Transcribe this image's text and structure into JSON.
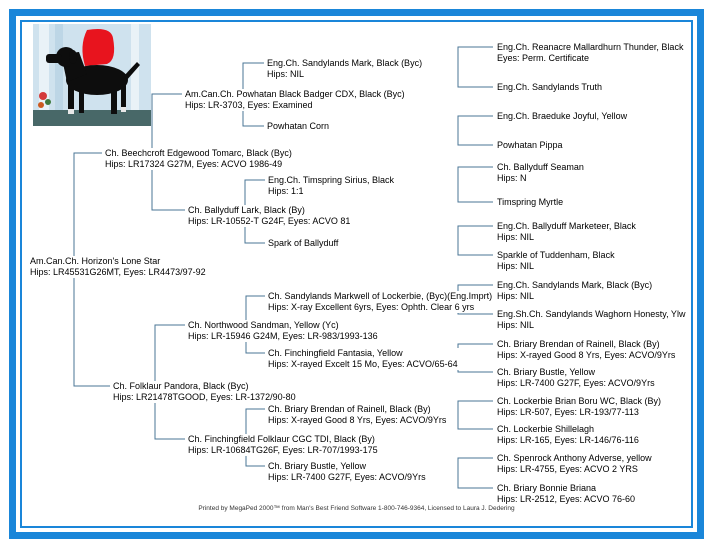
{
  "pedigree": {
    "subject": {
      "name": "Am.Can.Ch. Horizon's Lone Star",
      "info": "Hips: LR45531G26MT, Eyes: LR4473/97-92"
    },
    "gen1": [
      {
        "name": "Ch. Beechcroft Edgewood Tomarc,  Black (Byc)",
        "info": "Hips: LR17324 G27M, Eyes: ACVO 1986-49"
      },
      {
        "name": "Ch. Folklaur Pandora,  Black (Byc)",
        "info": "Hips: LR21478TGOOD, Eyes: LR-1372/90-80"
      }
    ],
    "gen2": [
      {
        "name": "Am.Can.Ch. Powhatan Black Badger CDX,  Black (Byc)",
        "info": "Hips: LR-3703, Eyes: Examined"
      },
      {
        "name": "Ch. Ballyduff Lark,  Black (By)",
        "info": "Hips: LR-10552-T G24F, Eyes: ACVO 81"
      },
      {
        "name": "Ch. Northwood Sandman,  Yellow (Yc)",
        "info": "Hips: LR-15946 G24M, Eyes: LR-983/1993-136"
      },
      {
        "name": "Ch. Finchingfield Folklaur CGC TDI,  Black (By)",
        "info": "Hips: LR-10684TG26F, Eyes: LR-707/1993-175"
      }
    ],
    "gen3": [
      {
        "name": "Eng.Ch. Sandylands Mark,  Black (Byc)",
        "info": "Hips: NIL"
      },
      {
        "name": "Powhatan Corn",
        "info": ""
      },
      {
        "name": "Eng.Ch. Timspring Sirius,  Black",
        "info": "Hips: 1:1"
      },
      {
        "name": "Spark of Ballyduff",
        "info": ""
      },
      {
        "name": "Ch. Sandylands Markwell of Lockerbie,  (Byc)(Eng.Imprt)",
        "info": "Hips: X-ray Excellent 6yrs, Eyes: Ophth. Clear 6 yrs"
      },
      {
        "name": "Ch. Finchingfield Fantasia,  Yellow",
        "info": "Hips: X-rayed Excelt 15 Mo, Eyes: ACVO/65-64"
      },
      {
        "name": "Ch. Briary Brendan of Rainell,  Black (By)",
        "info": "Hips: X-rayed Good 8 Yrs, Eyes: ACVO/9Yrs"
      },
      {
        "name": "Ch. Briary Bustle,  Yellow",
        "info": "Hips: LR-7400  G27F, Eyes: ACVO/9Yrs"
      }
    ],
    "gen4": [
      {
        "name": "Eng.Ch. Reanacre Mallardhurn Thunder,  Black",
        "info": "Eyes: Perm. Certificate"
      },
      {
        "name": "Eng.Ch. Sandylands Truth",
        "info": ""
      },
      {
        "name": "Eng.Ch. Braeduke Joyful,  Yellow",
        "info": ""
      },
      {
        "name": "Powhatan Pippa",
        "info": ""
      },
      {
        "name": "Ch. Ballyduff Seaman",
        "info": "Hips: N"
      },
      {
        "name": "Timspring Myrtle",
        "info": ""
      },
      {
        "name": "Eng.Ch. Ballyduff Marketeer,  Black",
        "info": "Hips: NIL"
      },
      {
        "name": "Sparkle of Tuddenham,  Black",
        "info": "Hips: NIL"
      },
      {
        "name": "Eng.Ch. Sandylands Mark,  Black (Byc)",
        "info": "Hips: NIL"
      },
      {
        "name": "Eng.Sh.Ch. Sandylands Waghorn Honesty,  Ylw",
        "info": "Hips: NIL"
      },
      {
        "name": "Ch. Briary Brendan of Rainell,  Black (By)",
        "info": "Hips: X-rayed Good 8 Yrs, Eyes: ACVO/9Yrs"
      },
      {
        "name": "Ch. Briary Bustle,  Yellow",
        "info": "Hips: LR-7400  G27F, Eyes: ACVO/9Yrs"
      },
      {
        "name": "Ch. Lockerbie Brian Boru WC,  Black (By)",
        "info": "Hips: LR-507, Eyes: LR-193/77-113"
      },
      {
        "name": "Ch. Lockerbie Shillelagh",
        "info": "Hips: LR-165, Eyes: LR-146/76-116"
      },
      {
        "name": "Ch. Spenrock Anthony Adverse,  yellow",
        "info": "Hips: LR-4755, Eyes: ACVO 2 YRS"
      },
      {
        "name": "Ch. Briary Bonnie Briana",
        "info": "Hips: LR-2512, Eyes: ACVO 76-60"
      }
    ]
  },
  "photo": {
    "description": "Black Labrador Retriever standing in show pose with red drape"
  },
  "footer": {
    "print_line": "Printed by MegaPed 2000™ from Man's Best Friend Software 1-800-746-9364, Licensed to Laura J. Dedering"
  },
  "colors": {
    "frame_blue": "#1a86d9",
    "line_blue": "#4a7596"
  }
}
